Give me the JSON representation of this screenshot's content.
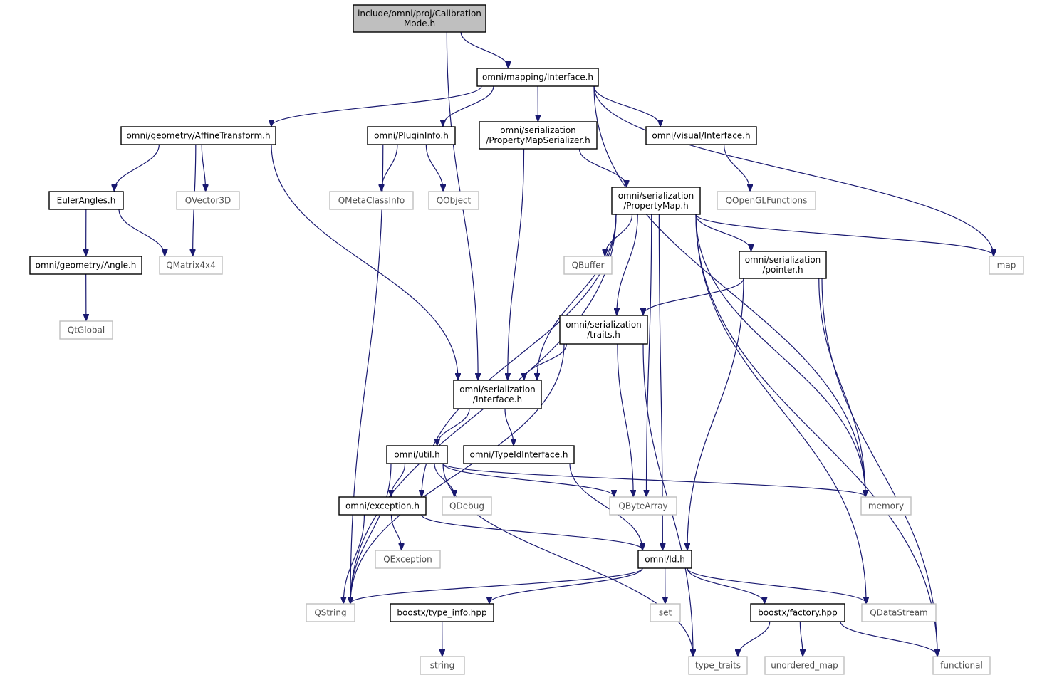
{
  "colors": {
    "edge": "#191970",
    "root_fill": "#bfbfbf",
    "node_border": "#000000",
    "external_border": "#bfbfbf"
  },
  "nodes": [
    {
      "id": "root",
      "kind": "root",
      "lines": [
        "include/omni/proj/Calibration",
        "Mode.h"
      ]
    },
    {
      "id": "mapping_interface",
      "kind": "doc",
      "lines": [
        "omni/mapping/Interface.h"
      ]
    },
    {
      "id": "affine",
      "kind": "doc",
      "lines": [
        "omni/geometry/AffineTransform.h"
      ]
    },
    {
      "id": "plugininfo",
      "kind": "doc",
      "lines": [
        "omni/PluginInfo.h"
      ]
    },
    {
      "id": "pms",
      "kind": "doc",
      "lines": [
        "omni/serialization",
        "/PropertyMapSerializer.h"
      ]
    },
    {
      "id": "visual_interface",
      "kind": "doc",
      "lines": [
        "omni/visual/Interface.h"
      ]
    },
    {
      "id": "euler",
      "kind": "doc",
      "lines": [
        "EulerAngles.h"
      ]
    },
    {
      "id": "qvector3d",
      "kind": "ext",
      "lines": [
        "QVector3D"
      ]
    },
    {
      "id": "qmetaclassinfo",
      "kind": "ext",
      "lines": [
        "QMetaClassInfo"
      ]
    },
    {
      "id": "qobject",
      "kind": "ext",
      "lines": [
        "QObject"
      ]
    },
    {
      "id": "propertymap",
      "kind": "doc",
      "lines": [
        "omni/serialization",
        "/PropertyMap.h"
      ]
    },
    {
      "id": "qopenglfunctions",
      "kind": "ext",
      "lines": [
        "QOpenGLFunctions"
      ]
    },
    {
      "id": "angle",
      "kind": "doc",
      "lines": [
        "omni/geometry/Angle.h"
      ]
    },
    {
      "id": "qmatrix4x4",
      "kind": "ext",
      "lines": [
        "QMatrix4x4"
      ]
    },
    {
      "id": "qbuffer",
      "kind": "ext",
      "lines": [
        "QBuffer"
      ]
    },
    {
      "id": "pointer",
      "kind": "doc",
      "lines": [
        "omni/serialization",
        "/pointer.h"
      ]
    },
    {
      "id": "map",
      "kind": "ext",
      "lines": [
        "map"
      ]
    },
    {
      "id": "qtglobal",
      "kind": "ext",
      "lines": [
        "QtGlobal"
      ]
    },
    {
      "id": "traits",
      "kind": "doc",
      "lines": [
        "omni/serialization",
        "/traits.h"
      ]
    },
    {
      "id": "ser_interface",
      "kind": "doc",
      "lines": [
        "omni/serialization",
        "/Interface.h"
      ]
    },
    {
      "id": "util",
      "kind": "doc",
      "lines": [
        "omni/util.h"
      ]
    },
    {
      "id": "typeid",
      "kind": "doc",
      "lines": [
        "omni/TypeIdInterface.h"
      ]
    },
    {
      "id": "exception",
      "kind": "doc",
      "lines": [
        "omni/exception.h"
      ]
    },
    {
      "id": "qdebug",
      "kind": "ext",
      "lines": [
        "QDebug"
      ]
    },
    {
      "id": "qbytearray",
      "kind": "ext",
      "lines": [
        "QByteArray"
      ]
    },
    {
      "id": "memory",
      "kind": "ext",
      "lines": [
        "memory"
      ]
    },
    {
      "id": "qexception",
      "kind": "ext",
      "lines": [
        "QException"
      ]
    },
    {
      "id": "id",
      "kind": "doc",
      "lines": [
        "omni/Id.h"
      ]
    },
    {
      "id": "qstring",
      "kind": "ext",
      "lines": [
        "QString"
      ]
    },
    {
      "id": "typeinfo",
      "kind": "doc",
      "lines": [
        "boostx/type_info.hpp"
      ]
    },
    {
      "id": "set",
      "kind": "ext",
      "lines": [
        "set"
      ]
    },
    {
      "id": "factory",
      "kind": "doc",
      "lines": [
        "boostx/factory.hpp"
      ]
    },
    {
      "id": "qdatastream",
      "kind": "ext",
      "lines": [
        "QDataStream"
      ]
    },
    {
      "id": "string",
      "kind": "ext",
      "lines": [
        "string"
      ]
    },
    {
      "id": "type_traits",
      "kind": "ext",
      "lines": [
        "type_traits"
      ]
    },
    {
      "id": "unordered_map",
      "kind": "ext",
      "lines": [
        "unordered_map"
      ]
    },
    {
      "id": "functional",
      "kind": "ext",
      "lines": [
        "functional"
      ]
    }
  ],
  "edges": [
    [
      "root",
      "mapping_interface"
    ],
    [
      "root",
      "ser_interface"
    ],
    [
      "mapping_interface",
      "affine"
    ],
    [
      "mapping_interface",
      "plugininfo"
    ],
    [
      "mapping_interface",
      "pms"
    ],
    [
      "mapping_interface",
      "visual_interface"
    ],
    [
      "mapping_interface",
      "map"
    ],
    [
      "mapping_interface",
      "memory"
    ],
    [
      "affine",
      "euler"
    ],
    [
      "affine",
      "qvector3d"
    ],
    [
      "affine",
      "qmatrix4x4"
    ],
    [
      "affine",
      "ser_interface"
    ],
    [
      "plugininfo",
      "qmetaclassinfo"
    ],
    [
      "plugininfo",
      "qobject"
    ],
    [
      "plugininfo",
      "qstring"
    ],
    [
      "pms",
      "propertymap"
    ],
    [
      "pms",
      "ser_interface"
    ],
    [
      "visual_interface",
      "qopenglfunctions"
    ],
    [
      "euler",
      "angle"
    ],
    [
      "euler",
      "qmatrix4x4"
    ],
    [
      "angle",
      "qtglobal"
    ],
    [
      "propertymap",
      "qbuffer"
    ],
    [
      "propertymap",
      "pointer"
    ],
    [
      "propertymap",
      "traits"
    ],
    [
      "propertymap",
      "ser_interface"
    ],
    [
      "propertymap",
      "qbytearray"
    ],
    [
      "propertymap",
      "id"
    ],
    [
      "propertymap",
      "memory"
    ],
    [
      "propertymap",
      "map"
    ],
    [
      "propertymap",
      "qdatastream"
    ],
    [
      "propertymap",
      "functional"
    ],
    [
      "propertymap",
      "qstring"
    ],
    [
      "propertymap",
      "exception"
    ],
    [
      "pointer",
      "traits"
    ],
    [
      "pointer",
      "memory"
    ],
    [
      "pointer",
      "id"
    ],
    [
      "pointer",
      "functional"
    ],
    [
      "traits",
      "ser_interface"
    ],
    [
      "traits",
      "qbytearray"
    ],
    [
      "traits",
      "type_traits"
    ],
    [
      "traits",
      "qstring"
    ],
    [
      "ser_interface",
      "util"
    ],
    [
      "ser_interface",
      "typeid"
    ],
    [
      "util",
      "exception"
    ],
    [
      "util",
      "qdebug"
    ],
    [
      "util",
      "qbytearray"
    ],
    [
      "util",
      "memory"
    ],
    [
      "util",
      "qstring"
    ],
    [
      "util",
      "type_traits"
    ],
    [
      "typeid",
      "id"
    ],
    [
      "exception",
      "qexception"
    ],
    [
      "exception",
      "qstring"
    ],
    [
      "exception",
      "id"
    ],
    [
      "id",
      "qstring"
    ],
    [
      "id",
      "typeinfo"
    ],
    [
      "id",
      "set"
    ],
    [
      "id",
      "factory"
    ],
    [
      "id",
      "qdatastream"
    ],
    [
      "typeinfo",
      "string"
    ],
    [
      "factory",
      "type_traits"
    ],
    [
      "factory",
      "unordered_map"
    ],
    [
      "factory",
      "functional"
    ]
  ]
}
